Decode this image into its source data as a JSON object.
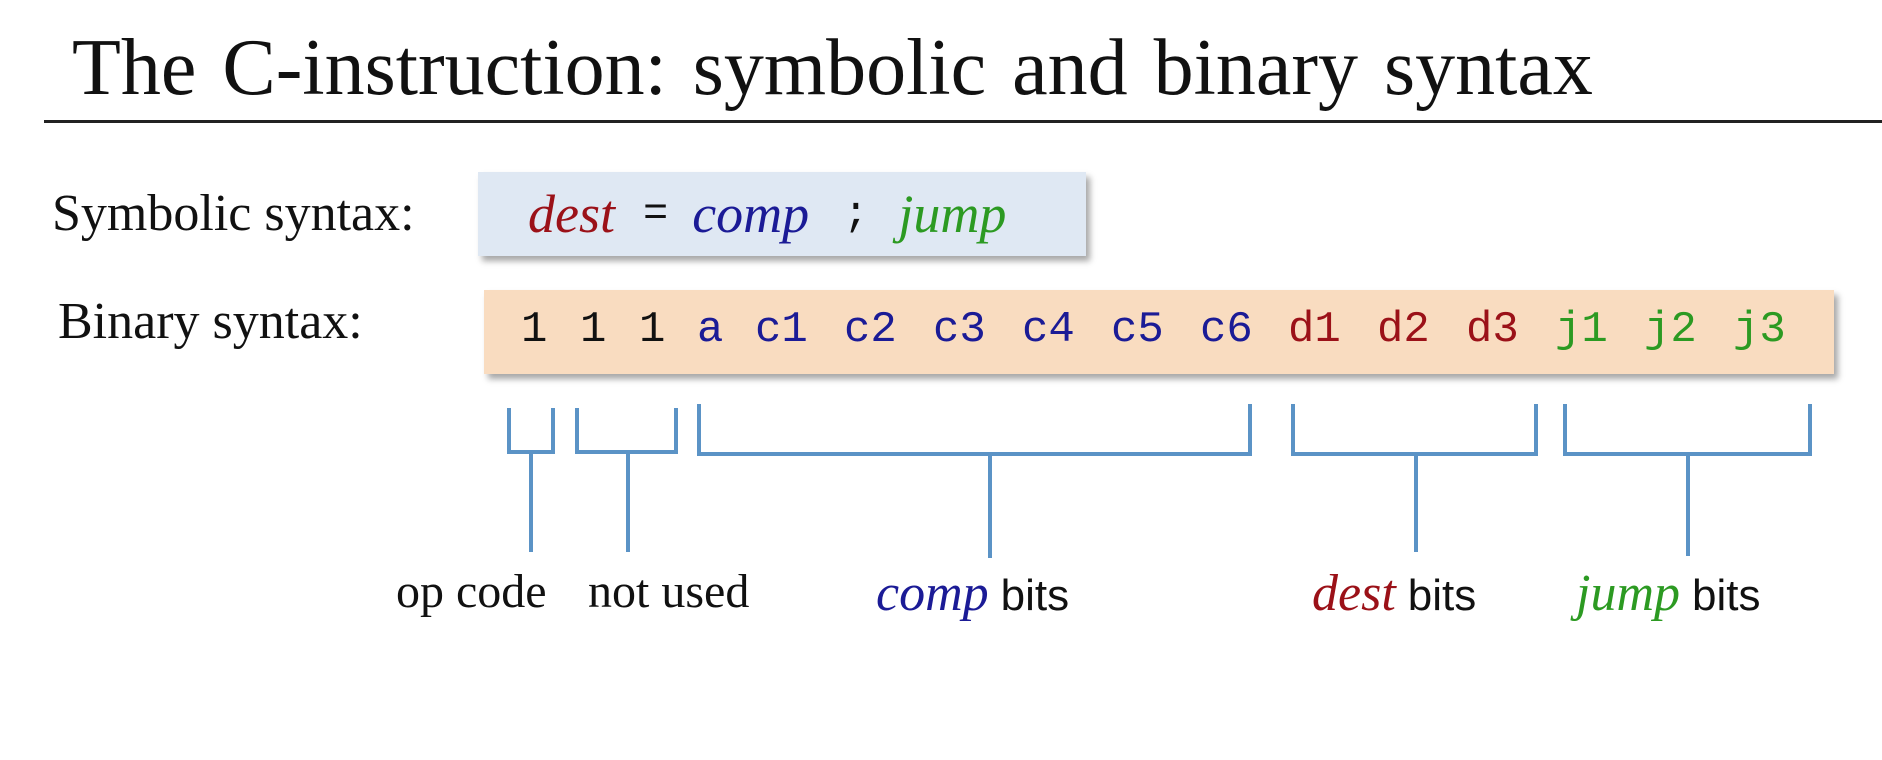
{
  "title": "The C-instruction: symbolic and binary syntax",
  "symbolic": {
    "label": "Symbolic syntax:",
    "dest": "dest",
    "eq": "=",
    "comp": "comp",
    "semi": ";",
    "jump": "jump"
  },
  "binary": {
    "label": "Binary syntax:",
    "bits": [
      "1",
      "1",
      "1",
      "a",
      "c1",
      "c2",
      "c3",
      "c4",
      "c5",
      "c6",
      "d1",
      "d2",
      "d3",
      "j1",
      "j2",
      "j3"
    ]
  },
  "annotations": {
    "opcode": "op code",
    "not_used": "not used",
    "comp_word": "comp",
    "comp_bits": "bits",
    "dest_word": "dest",
    "dest_bits": "bits",
    "jump_word": "jump",
    "jump_bits": "bits"
  },
  "colors": {
    "dest": "#9b1118",
    "comp": "#1b1b96",
    "jump": "#2c9a22",
    "bracket": "#5b93c6",
    "symbolic_box": "#dfe8f3",
    "binary_box": "#f9dcc0"
  }
}
